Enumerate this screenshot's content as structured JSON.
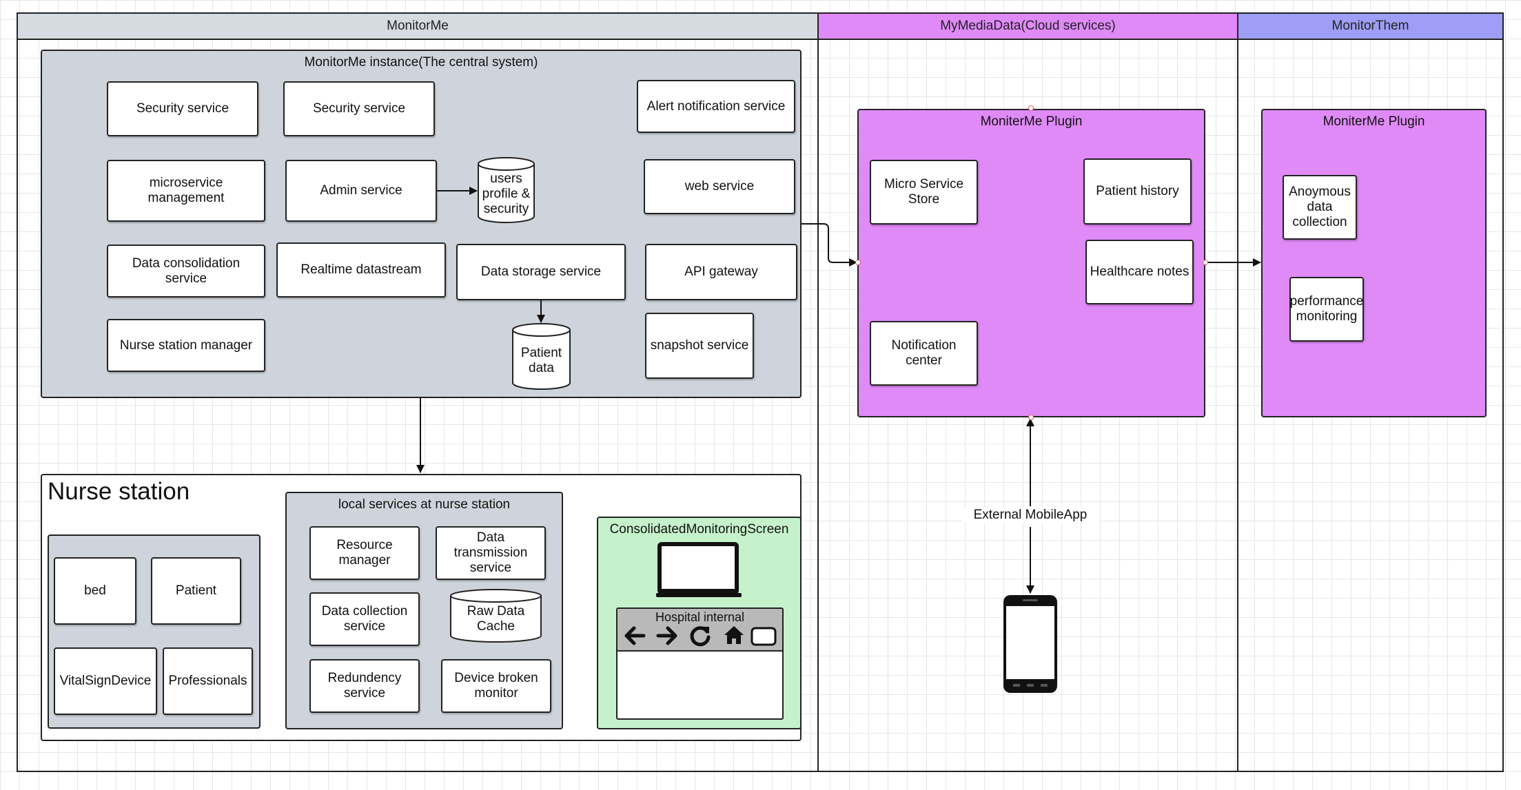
{
  "colors": {
    "lane_monitorme_header": "#d6dbe1",
    "lane_mymediadata_header": "#e08af8",
    "lane_monitorthem_header": "#9e9ef6",
    "gray_panel": "#cfd4dc",
    "plugin_panel": "#e08af8",
    "screen_panel": "#c5f2cb"
  },
  "lanes": {
    "monitorme": "MonitorMe",
    "mymediadata": "MyMediaData(Cloud services)",
    "monitorthem": "MonitorThem"
  },
  "central": {
    "title": "MonitorMe instance(The central system)",
    "security1": "Security service",
    "security2": "Security service",
    "alert": "Alert notification service",
    "microservice_mgmt": "microservice management",
    "admin": "Admin service",
    "users_db": "users profile & security",
    "web": "web service",
    "data_consolidation": "Data consolidation service",
    "realtime": "Realtime datastream",
    "data_storage": "Data storage service",
    "api_gateway": "API gateway",
    "nurse_station_mgr": "Nurse station manager",
    "patient_data_db": "Patient data",
    "snapshot": "snapshot service"
  },
  "nurse": {
    "title": "Nurse station",
    "bed": "bed",
    "patient": "Patient",
    "vital": "VitalSignDevice",
    "professionals": "Professionals",
    "local_title": "local services at nurse station",
    "resource_mgr": "Resource manager",
    "data_transmission": "Data transmission service",
    "data_collection": "Data collection service",
    "raw_cache": "Raw Data Cache",
    "redundency": "Redundency service",
    "device_broken": "Device broken monitor",
    "screen_title": "ConsolidatedMonitoringScreen",
    "browser_title": "Hospital internal",
    "laptop_icon": "laptop-icon",
    "browser_icons": [
      "arrow-left-icon",
      "arrow-right-icon",
      "refresh-icon",
      "home-icon",
      "tab-icon"
    ]
  },
  "cloud_plugin": {
    "title": "MoniterMe Plugin",
    "micro_store": "Micro Service Store",
    "patient_history": "Patient history",
    "healthcare_notes": "Healthcare notes",
    "notification_center": "Notification center"
  },
  "them_plugin": {
    "title": "MoniterMe Plugin",
    "anonymous": "Anoymous data collection",
    "performance": "performance monitoring"
  },
  "external_app": "External MobileApp",
  "phone_icon": "smartphone-icon"
}
